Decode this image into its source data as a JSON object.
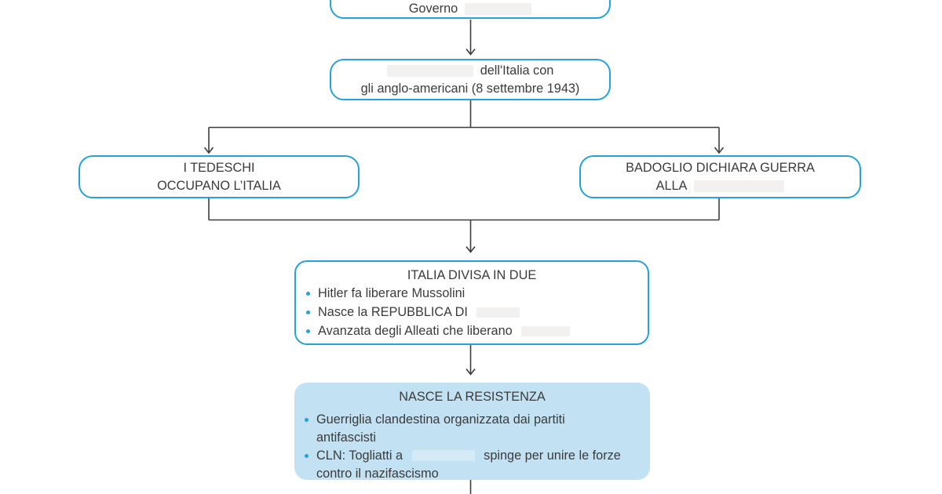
{
  "palette": {
    "box_border_blue": "#26a2da",
    "filled_box_blue": "#c2e1f3",
    "bullet_blue": "#2aa0d6",
    "text_dark": "#3b3b3a",
    "arrow_gray": "#3d3d3c",
    "hidden_blank_gray": "#f2f1ef"
  },
  "boxes": {
    "governo": {
      "text": "Governo"
    },
    "armistizio": {
      "line1": "dell'Italia con",
      "line2": "gli anglo-americani (8 settembre 1943)"
    },
    "tedeschi": {
      "line1": "I TEDESCHI",
      "line2": "OCCUPANO L’ITALIA"
    },
    "badoglio": {
      "line1": "BADOGLIO DICHIARA GUERRA",
      "line2": "ALLA"
    },
    "italia_divisa": {
      "title": "ITALIA DIVISA IN DUE",
      "bullet1": "Hitler fa liberare Mussolini",
      "bullet2": "Nasce la REPUBBLICA DI",
      "bullet3": "Avanzata degli Alleati che liberano"
    },
    "resistenza": {
      "title": "NASCE LA RESISTENZA",
      "bullet1_line1": "Guerriglia clandestina organizzata dai partiti",
      "bullet1_line2": "antifascisti",
      "bullet2_part1": "CLN: Togliatti a",
      "bullet2_part2": "spinge per unire le forze",
      "bullet2_line2": "contro il nazifascismo"
    }
  }
}
